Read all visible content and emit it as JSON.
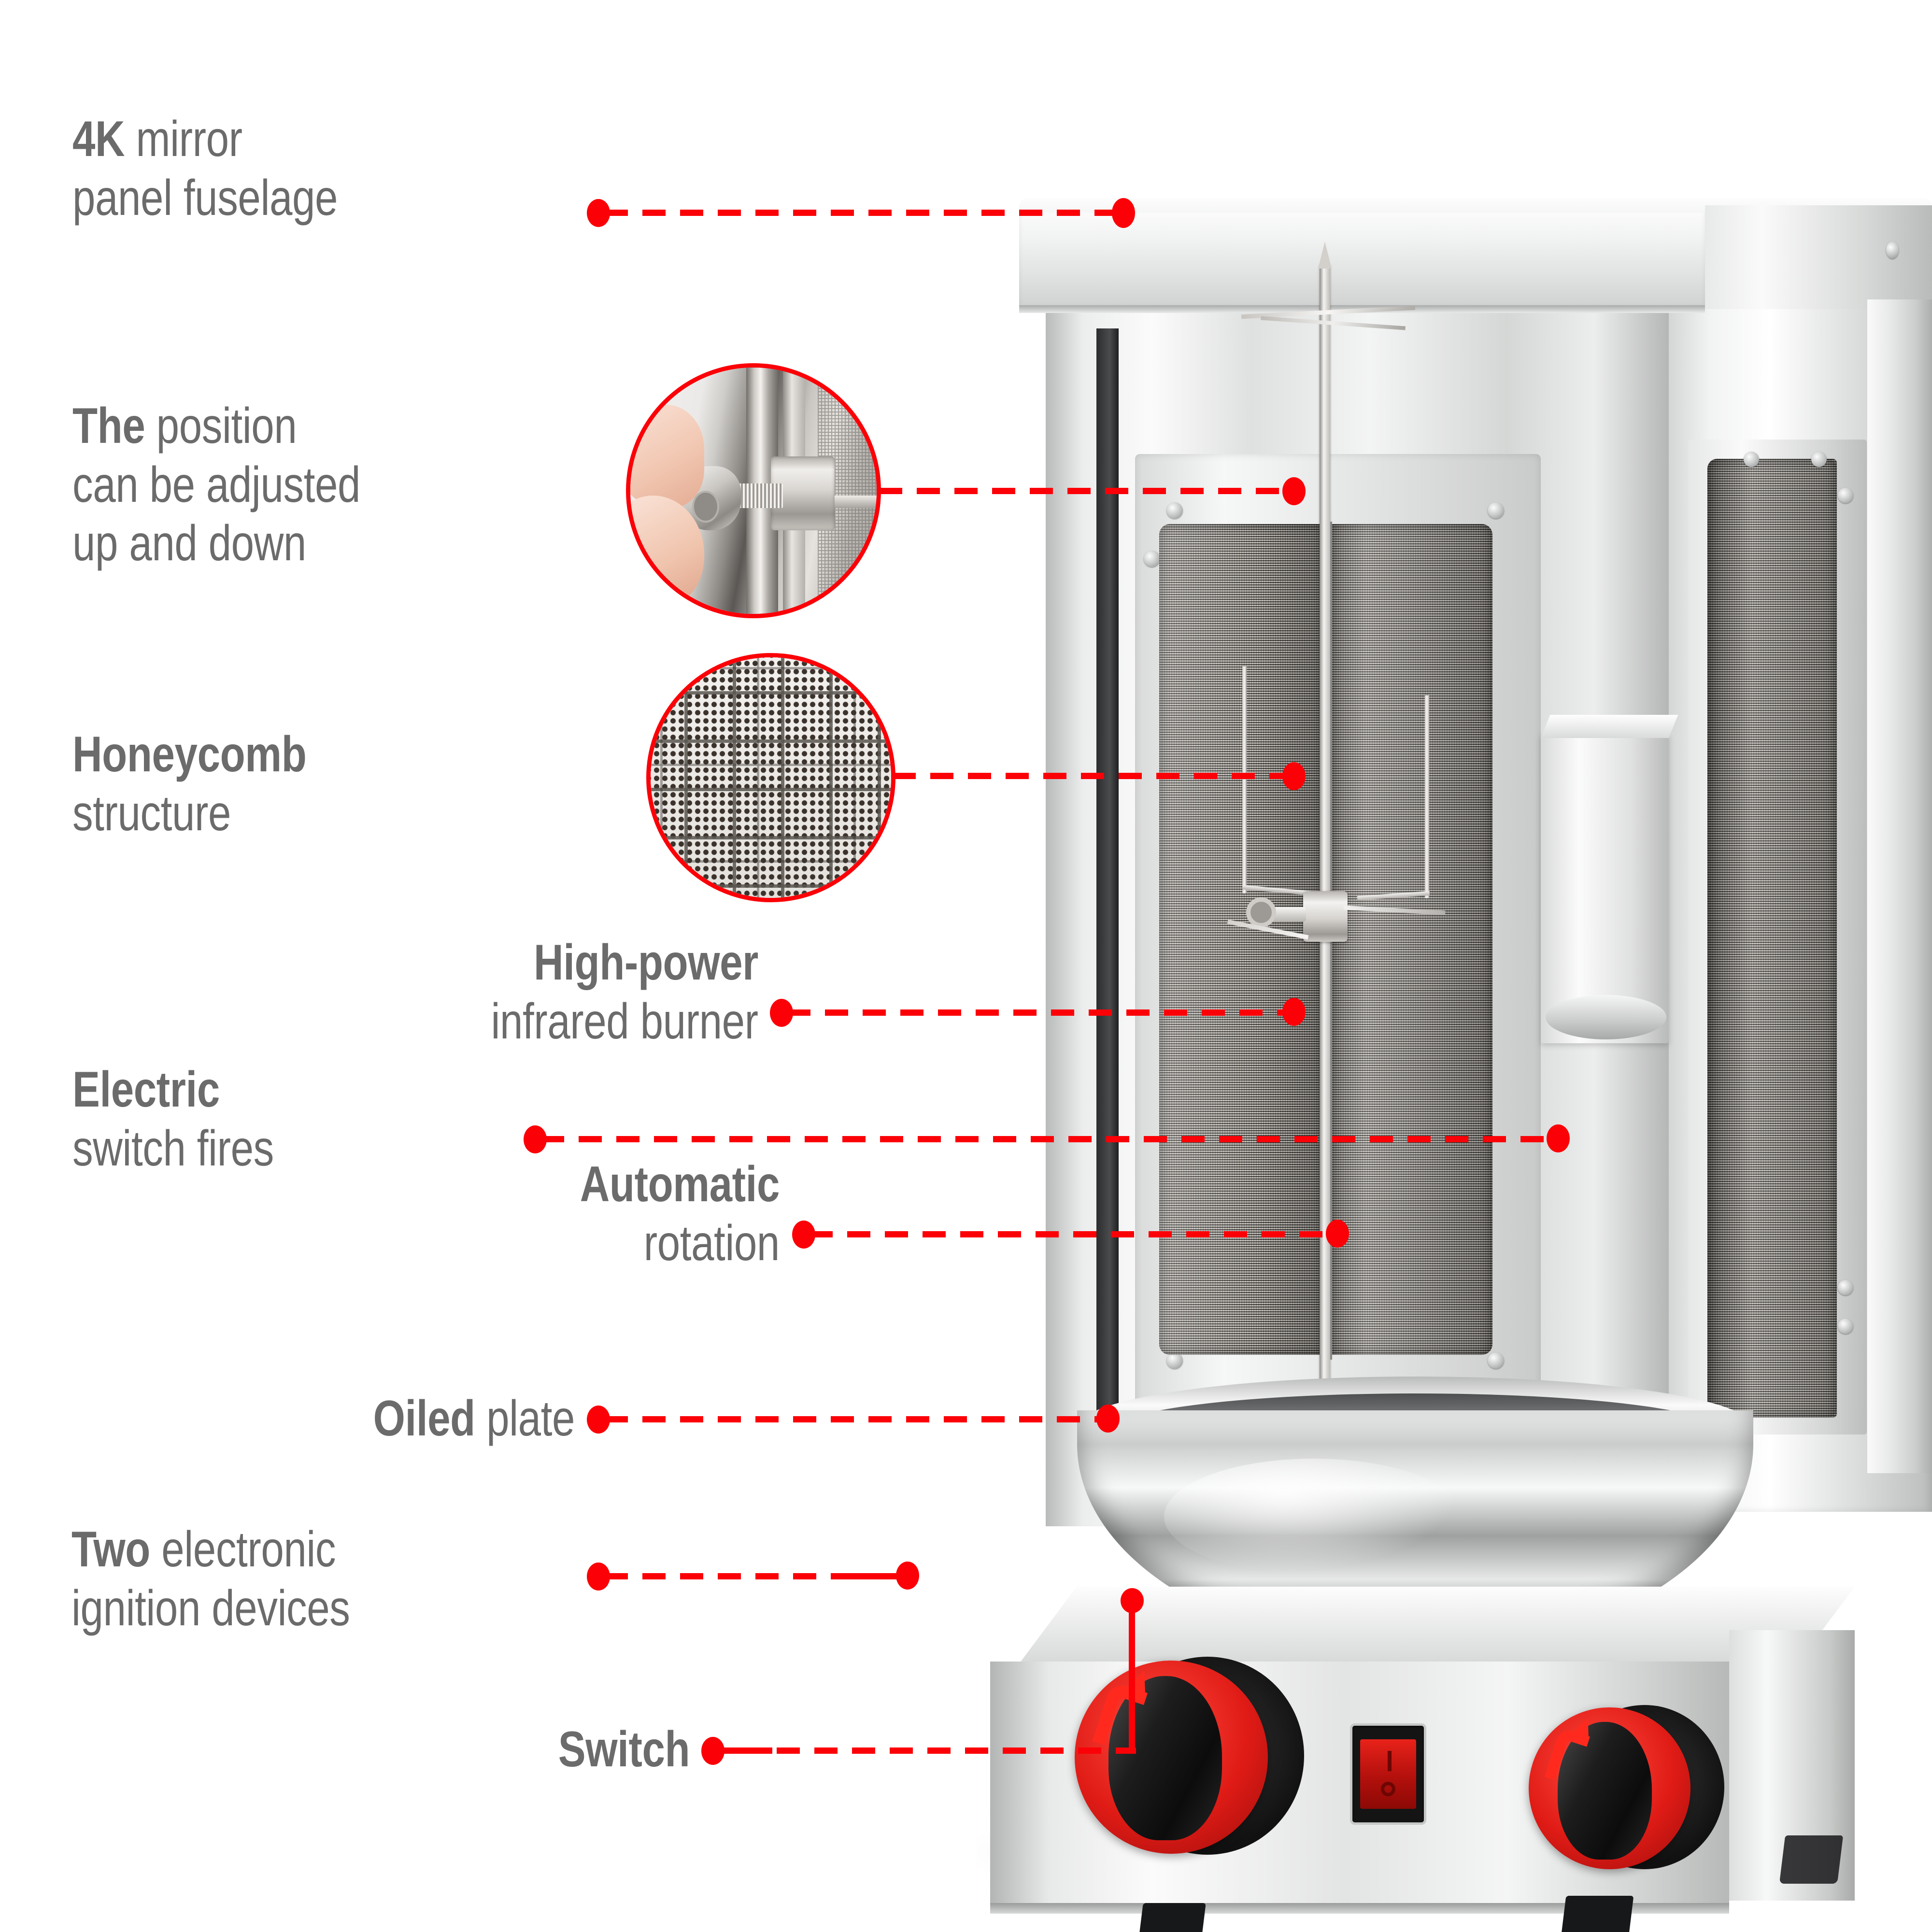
{
  "page": {
    "kind": "product-feature-infographic",
    "product": "vertical gas shawarma / kebab rotisserie machine",
    "background_color": "#ffffff",
    "text_color": "#6b6b6b",
    "accent_color": "#fb0007"
  },
  "callouts": [
    {
      "id": "mirror-panel",
      "bold": "4K",
      "rest": "mirror",
      "line2": "panel fuselage",
      "align": "left"
    },
    {
      "id": "position-adjust",
      "bold": "The",
      "rest": "position",
      "line2": "can be adjusted",
      "line3": "up and down",
      "align": "left"
    },
    {
      "id": "honeycomb",
      "bold": "Honeycomb",
      "rest": "",
      "line2": "structure",
      "align": "left"
    },
    {
      "id": "infrared-burner",
      "bold": "High-power",
      "rest": "",
      "line2": "infrared burner",
      "align": "right"
    },
    {
      "id": "electric-switch",
      "bold": "Electric",
      "rest": "",
      "line2": "switch fires",
      "align": "left"
    },
    {
      "id": "automatic-rotation",
      "bold": "Automatic",
      "rest": "",
      "line2": "rotation",
      "align": "right"
    },
    {
      "id": "oiled-plate",
      "bold": "Oiled",
      "rest": "plate",
      "align": "right"
    },
    {
      "id": "ignition-devices",
      "bold": "Two",
      "rest": "electronic",
      "line2": "ignition devices",
      "align": "left"
    },
    {
      "id": "switch",
      "bold": "Switch",
      "rest": "",
      "align": "right"
    }
  ],
  "detail_circles": [
    {
      "id": "thumbscrew-adjust",
      "depicts": "hand turning thumb screw collar on vertical skewer rod"
    },
    {
      "id": "honeycomb-mesh",
      "depicts": "close-up of ceramic honeycomb infrared burner mesh"
    }
  ],
  "machine_parts": {
    "top_panel": "4K mirror stainless steel hood",
    "burner_left": "infrared mesh burner panel",
    "burner_right": "infrared mesh burner panel",
    "skewer": "vertical rotating skewer with forks",
    "oil_bowl": "stainless steel oil collecting plate",
    "knob_left": "gas control knob",
    "knob_right": "gas control knob",
    "rocker_switch": "power rocker switch",
    "feet": "rubber feet"
  }
}
